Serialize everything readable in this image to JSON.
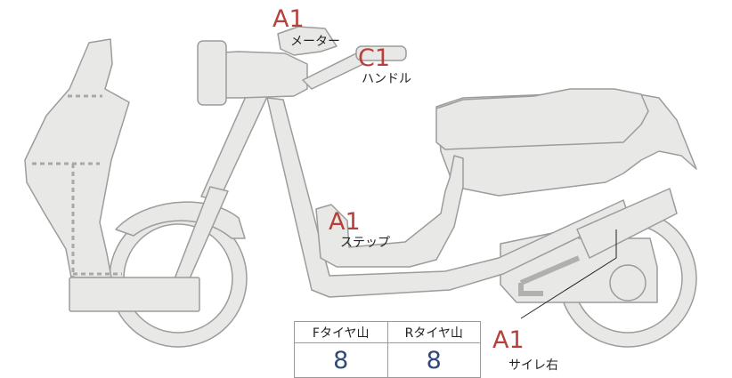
{
  "colors": {
    "body_fill": "#e8e8e6",
    "outline": "#9c9c9c",
    "seam": "#a8a8a8",
    "rating": "#b8403c",
    "value": "#2f4a7a"
  },
  "markers": [
    {
      "key": "meter",
      "grade": "A1",
      "label": "メーター"
    },
    {
      "key": "handle",
      "grade": "C1",
      "label": "ハンドル"
    },
    {
      "key": "step",
      "grade": "A1",
      "label": "ステップ"
    },
    {
      "key": "tire",
      "grade": "A1",
      "label": "サイレ右"
    }
  ],
  "tread_table": {
    "headers": [
      "Fタイヤ山",
      "Rタイヤ山"
    ],
    "values": [
      "8",
      "8"
    ]
  }
}
